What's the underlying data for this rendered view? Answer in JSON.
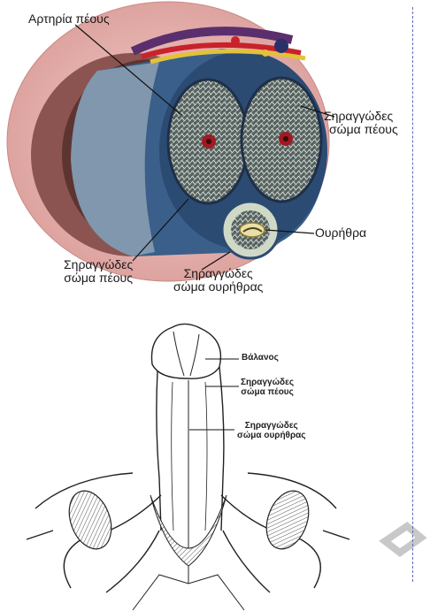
{
  "top_diagram": {
    "labels": {
      "artery": "Αρτηρία πέους",
      "cavernosum_right_line1": "Σηραγγώδες",
      "cavernosum_right_line2": "σώμα πέους",
      "urethra": "Ουρήθρα",
      "cavernosum_left_line1": "Σηραγγώδες",
      "cavernosum_left_line2": "σώμα πέους",
      "spongiosum_line1": "Σηραγγώδες",
      "spongiosum_line2": "σώμα ουρήθρας"
    }
  },
  "bottom_diagram": {
    "labels": {
      "glans": "Βάλανος",
      "cavernosum_line1": "Σηραγγώδες",
      "cavernosum_line2": "σώμα πέους",
      "spongiosum_line1": "Σηραγγώδες",
      "spongiosum_line2": "σώμα ουρήθρας"
    }
  },
  "colors": {
    "outer_tissue": "#e8b9b6",
    "tunica": "#2d4f79",
    "spongy": "#4c5a58",
    "artery_red": "#a01a22",
    "border": "#5a6ab8"
  }
}
